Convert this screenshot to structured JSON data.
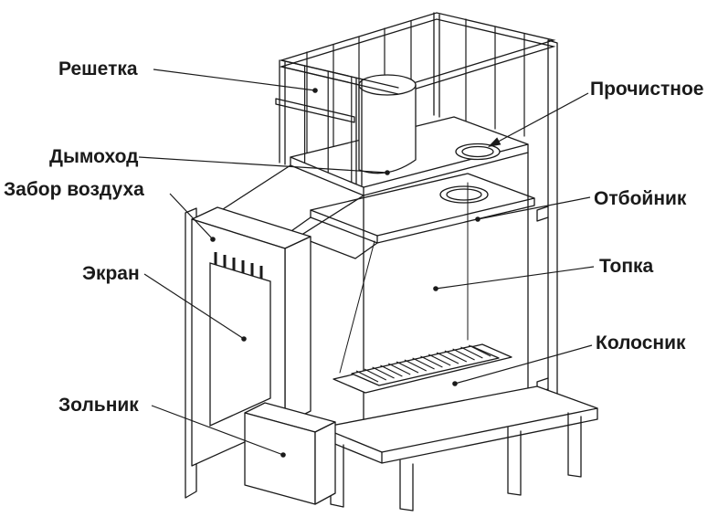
{
  "diagram": {
    "kind": "stove-parts-technical-drawing"
  },
  "labels": {
    "reshetka": "Решетка",
    "dymokhod": "Дымоход",
    "zabor_vozdukha": "Забор воздуха",
    "ekran": "Экран",
    "zolnik": "Зольник",
    "prochistnoe": "Прочистное",
    "otboynik": "Отбойник",
    "topka": "Топка",
    "kolosnik": "Колосник"
  },
  "colors": {
    "ink": "#1a1a1a",
    "background": "#ffffff"
  }
}
